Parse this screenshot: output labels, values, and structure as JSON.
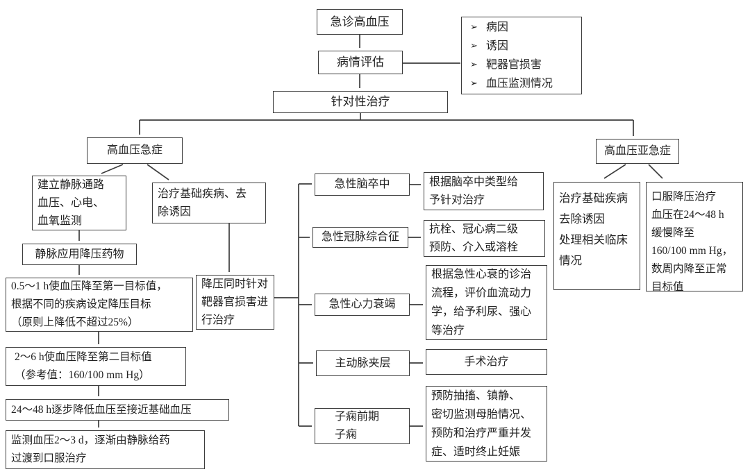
{
  "colors": {
    "line": "#3c3c3c",
    "text": "#222222",
    "background": "#ffffff"
  },
  "flowchart": {
    "start": "急诊高血压",
    "assessment": "病情评估",
    "factors": {
      "bullet": "➢",
      "items": [
        "病因",
        "诱因",
        "靶器官损害",
        "血压监测情况"
      ]
    },
    "targeted": "针对性治疗",
    "branch_left": "高血压急症",
    "branch_right": "高血压亚急症",
    "iv_access": "建立静脉通路\n血压、心电、\n血氧监测",
    "treat_underlying": "治疗基础疾病、去\n除诱因",
    "iv_drugs": "静脉应用降压药物",
    "first_target": "0.5～1 h使血压降至第一目标值，\n根据不同的疾病设定降压目标\n（原则上降低不超过25%）",
    "organ_treatment": "降压同时针对\n靶器官损害进\n行治疗",
    "second_target": "2～6 h使血压降至第二目标值\n（参考值：160/100 mm Hg）",
    "stepdown": "24～48 h逐步降低血压至接近基础血压",
    "monitor": "监测血压2～3 d，逐渐由静脉给药\n过渡到口服治疗",
    "conditions": [
      {
        "name": "急性脑卒中",
        "treatment": "根据脑卒中类型给\n予针对治疗"
      },
      {
        "name": "急性冠脉综合征",
        "treatment": "抗栓、冠心病二级\n预防、介入或溶栓"
      },
      {
        "name": "急性心力衰竭",
        "treatment": "根据急性心衰的诊治\n流程，评价血流动力\n学，给予利尿、强心\n等治疗"
      },
      {
        "name": "主动脉夹层",
        "treatment": "手术治疗"
      },
      {
        "name": "子痫前期\n子痫",
        "treatment": "预防抽搐、镇静、\n密切监测母胎情况、\n预防和治疗严重并发\n症、适时终止妊娠"
      }
    ],
    "subacute_measures": [
      "治疗基础疾病\n去除诱因\n处理相关临床\n情况",
      "口服降压治疗\n血压在24～48 h\n缓慢降至\n160/100 mm Hg，\n数周内降至正常\n目标值"
    ]
  }
}
